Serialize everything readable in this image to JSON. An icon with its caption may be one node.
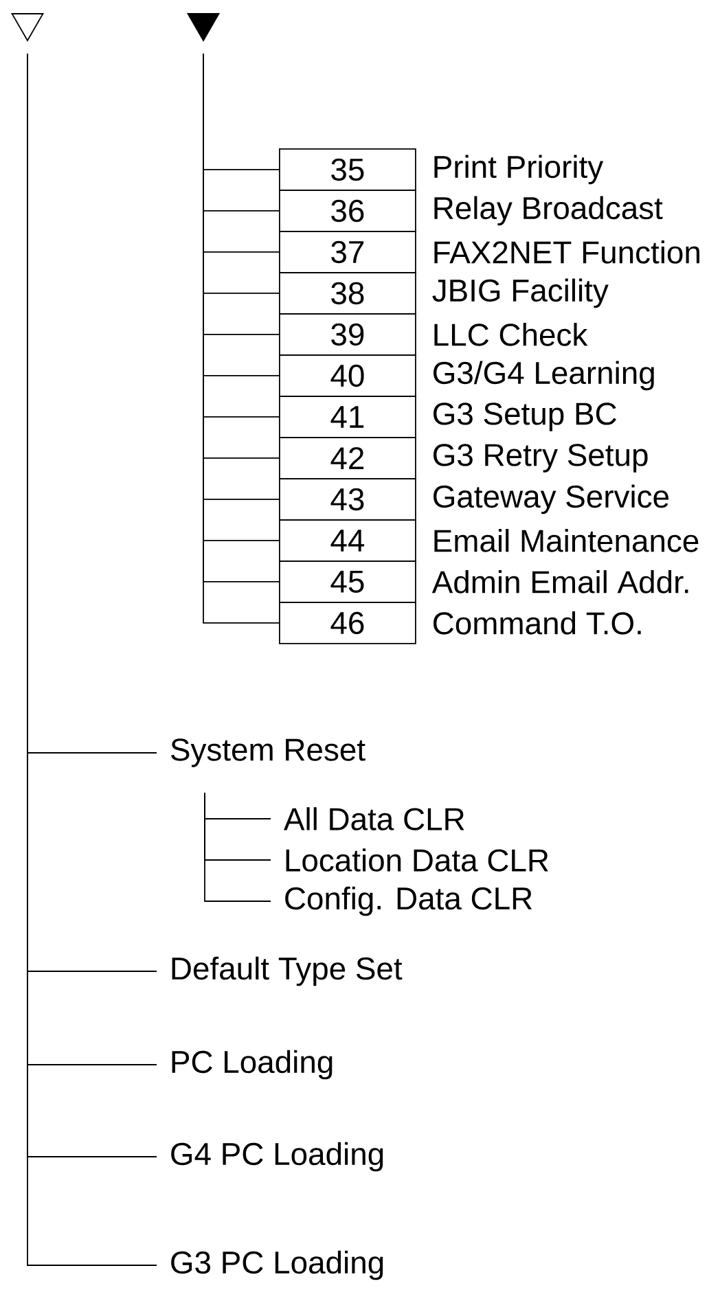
{
  "diagram": {
    "nodes": [
      {
        "text": [],
        "shape": "triangle"
      },
      {
        "text": [],
        "shape": "triangle"
      },
      {
        "text": [
          "35"
        ],
        "beside": [
          "Print Priority"
        ]
      },
      {
        "text": [
          "36"
        ],
        "beside": [
          "Relay Broadcast"
        ]
      },
      {
        "text": [
          "37"
        ],
        "beside": [
          "FAX2NET Function"
        ]
      },
      {
        "text": [
          "38"
        ],
        "beside": [
          "JBIG Facility"
        ]
      },
      {
        "text": [
          "39"
        ],
        "beside": [
          "LLC Check"
        ]
      },
      {
        "text": [
          "40"
        ],
        "beside": [
          "G3/G4 Learning"
        ]
      },
      {
        "text": [
          "41"
        ],
        "beside": [
          "G3 Setup BC"
        ]
      },
      {
        "text": [
          "42"
        ],
        "beside": [
          "G3 Retry Setup"
        ]
      },
      {
        "text": [
          "43"
        ],
        "beside": [
          "Gateway Service"
        ]
      },
      {
        "text": [
          "44"
        ],
        "beside": [
          "Email Maintenance"
        ]
      },
      {
        "text": [
          "45"
        ],
        "beside": [
          "Admin Email Addr."
        ]
      },
      {
        "text": [
          "46"
        ],
        "beside": [
          "Command T.O."
        ]
      },
      {
        "text": [
          "System Reset"
        ]
      },
      {
        "text": [
          "All Data CLR"
        ]
      },
      {
        "text": [
          "Location Data CLR"
        ]
      },
      {
        "text": [
          "Config. Data CLR"
        ]
      },
      {
        "text": [
          "Default Type Set"
        ]
      },
      {
        "text": [
          "PC Loading"
        ]
      },
      {
        "text": [
          "G4 PC Loading"
        ]
      },
      {
        "text": [
          "G3 PC Loading"
        ]
      }
    ],
    "edges": [
      {
        "from": 1,
        "to": 2,
        "arrow": "none"
      },
      {
        "from": 1,
        "to": 3,
        "arrow": "none"
      },
      {
        "from": 1,
        "to": 4,
        "arrow": "none"
      },
      {
        "from": 1,
        "to": 5,
        "arrow": "none"
      },
      {
        "from": 1,
        "to": 6,
        "arrow": "none"
      },
      {
        "from": 1,
        "to": 7,
        "arrow": "none"
      },
      {
        "from": 1,
        "to": 8,
        "arrow": "none"
      },
      {
        "from": 1,
        "to": 9,
        "arrow": "none"
      },
      {
        "from": 1,
        "to": 10,
        "arrow": "none"
      },
      {
        "from": 1,
        "to": 11,
        "arrow": "none"
      },
      {
        "from": 1,
        "to": 12,
        "arrow": "none"
      },
      {
        "from": 1,
        "to": 13,
        "arrow": "none"
      },
      {
        "from": 0,
        "to": 14,
        "arrow": "none"
      },
      {
        "from": 14,
        "to": 15,
        "arrow": "none"
      },
      {
        "from": 14,
        "to": 16,
        "arrow": "none"
      },
      {
        "from": 14,
        "to": 17,
        "arrow": "none"
      },
      {
        "from": 0,
        "to": 18,
        "arrow": "none"
      },
      {
        "from": 0,
        "to": 19,
        "arrow": "none"
      },
      {
        "from": 0,
        "to": 20,
        "arrow": "none"
      },
      {
        "from": 0,
        "to": 21,
        "arrow": "none"
      }
    ]
  }
}
